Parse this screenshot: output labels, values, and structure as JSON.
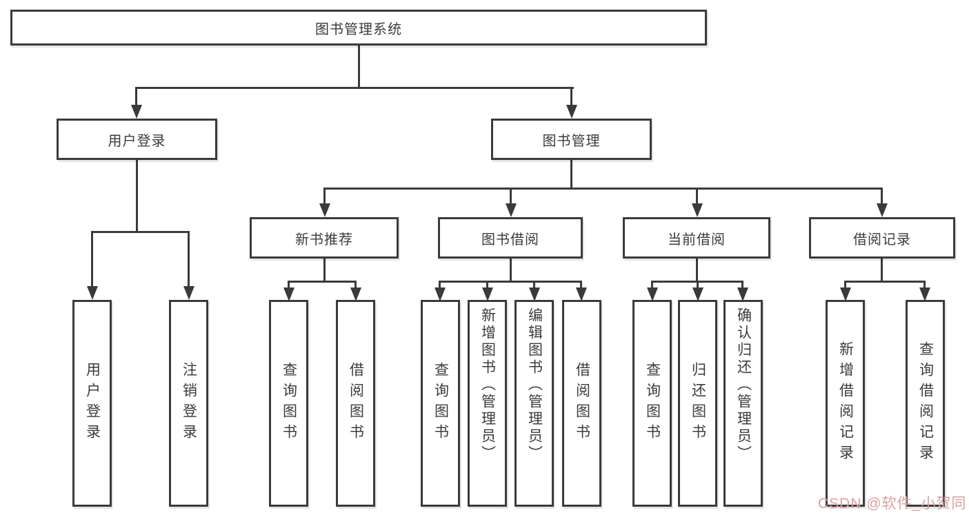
{
  "nodes": {
    "root": "图书管理系统",
    "user_login": "用户登录",
    "book_mgmt": "图书管理",
    "new_book_rec": "新书推荐",
    "book_borrow": "图书借阅",
    "current_borrow": "当前借阅",
    "borrow_records": "借阅记录",
    "v_user_login": "用户登录",
    "v_logout": "注销登录",
    "v_query_books_1": "查询图书",
    "v_borrow_books_1": "借阅图书",
    "v_query_books_2": "查询图书",
    "v_add_books": "新增图书（管理员）",
    "v_edit_books": "编辑图书（管理员）",
    "v_borrow_books_2": "借阅图书",
    "v_query_books_3": "查询图书",
    "v_return_books": "归还图书",
    "v_confirm_return": "确认归还（管理员）",
    "v_add_borrow_record": "新增借阅记录",
    "v_query_borrow_record": "查询借阅记录"
  },
  "hierarchy": {
    "图书管理系统": {
      "用户登录": [
        "用户登录",
        "注销登录"
      ],
      "图书管理": {
        "新书推荐": [
          "查询图书",
          "借阅图书"
        ],
        "图书借阅": [
          "查询图书",
          "新增图书（管理员）",
          "编辑图书（管理员）",
          "借阅图书"
        ],
        "当前借阅": [
          "查询图书",
          "归还图书",
          "确认归还（管理员）"
        ],
        "借阅记录": [
          "新增借阅记录",
          "查询借阅记录"
        ]
      }
    }
  },
  "watermark": {
    "text": "CSDN @软件_小贺同学",
    "color": "#d9a0a0"
  },
  "colors": {
    "line": "#3a3a3a",
    "text": "#3b3b3b",
    "background": "#ffffff"
  }
}
